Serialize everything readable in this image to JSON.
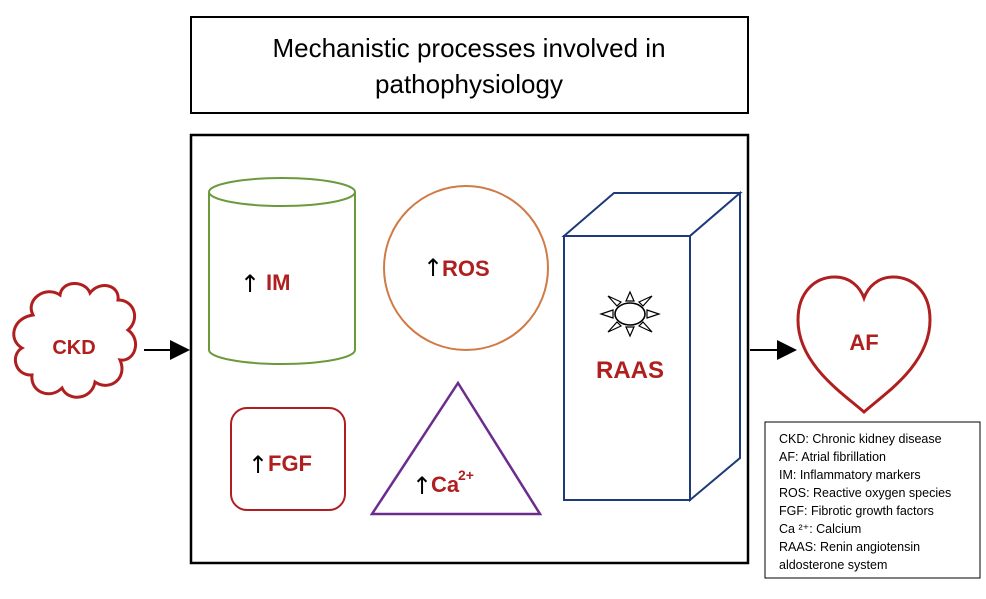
{
  "title": {
    "line1": "Mechanistic processes involved in",
    "line2": "pathophysiology"
  },
  "nodes": {
    "ckd": "CKD",
    "af": "AF",
    "im": "IM",
    "ros": "ROS",
    "raas": "RAAS",
    "fgf": "FGF",
    "ca": "Ca",
    "ca_superscript": "2+",
    "up_arrow": "↑"
  },
  "legend": [
    "CKD: Chronic kidney disease",
    "AF: Atrial fibrillation",
    "IM: Inflammatory markers",
    "ROS: Reactive oxygen species",
    "FGF: Fibrotic growth factors",
    "Ca ²⁺: Calcium",
    "RAAS: Renin angiotensin",
    "aldosterone system"
  ],
  "colors": {
    "red": "#b01f1f",
    "green": "#6a9a3c",
    "orange": "#d07a45",
    "navy": "#1f3a78",
    "purple": "#6a2c8e",
    "black": "#000000"
  },
  "icons": {
    "raas": "sun-icon",
    "ckd": "cloud-shape",
    "af": "heart-shape"
  }
}
